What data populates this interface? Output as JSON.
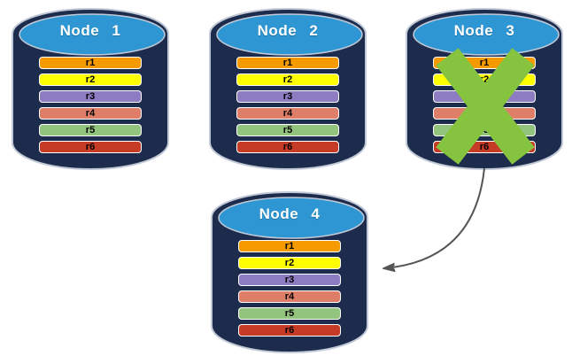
{
  "diagram": {
    "background": "#FFFFFF",
    "nodes": [
      {
        "id": "node-1",
        "label": "Node 1",
        "state": "active"
      },
      {
        "id": "node-2",
        "label": "Node 2",
        "state": "active"
      },
      {
        "id": "node-3",
        "label": "Node 3",
        "state": "failed",
        "overlay": "green-x"
      },
      {
        "id": "node-4",
        "label": "Node 4",
        "state": "active"
      }
    ],
    "rows": [
      {
        "label": "r1",
        "color": "#F59B00"
      },
      {
        "label": "r2",
        "color": "#FFFF00"
      },
      {
        "label": "r3",
        "color": "#8E7CC3"
      },
      {
        "label": "r4",
        "color": "#DF7E68"
      },
      {
        "label": "r5",
        "color": "#93C47D"
      },
      {
        "label": "r6",
        "color": "#C63B25"
      }
    ],
    "arrow": {
      "from": "node-3",
      "to": "node-4"
    },
    "colors": {
      "cylinder_body": "#1D2B4D",
      "cylinder_top": "#2E97D3",
      "cylinder_outline": "#C2C9D6",
      "row_border": "#FFFFFF",
      "row_text": "#000000",
      "node_label_text": "#FFFFFF",
      "failure_x": "#86C440",
      "arrow": "#555555"
    }
  }
}
